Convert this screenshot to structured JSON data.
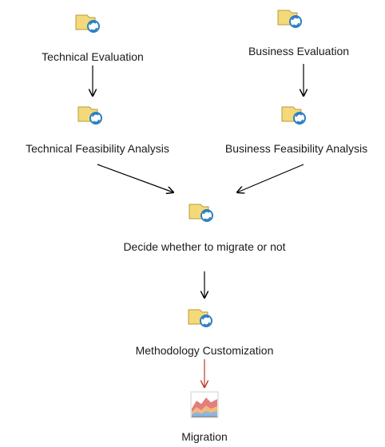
{
  "diagram": {
    "nodes": [
      {
        "id": "technical-evaluation",
        "label": "Technical Evaluation",
        "icon": "task-refresh-icon"
      },
      {
        "id": "business-evaluation",
        "label": "Business Evaluation",
        "icon": "task-refresh-icon"
      },
      {
        "id": "technical-feasibility",
        "label": "Technical Feasibility Analysis",
        "icon": "task-refresh-icon"
      },
      {
        "id": "business-feasibility",
        "label": "Business Feasibility Analysis",
        "icon": "task-refresh-icon"
      },
      {
        "id": "decide",
        "label": "Decide whether to migrate or not",
        "icon": "task-refresh-icon"
      },
      {
        "id": "methodology",
        "label": "Methodology Customization",
        "icon": "task-refresh-icon"
      },
      {
        "id": "migration",
        "label": "Migration",
        "icon": "area-chart-icon"
      }
    ],
    "edges": [
      {
        "from": "technical-evaluation",
        "to": "technical-feasibility",
        "color": "#000000"
      },
      {
        "from": "business-evaluation",
        "to": "business-feasibility",
        "color": "#000000"
      },
      {
        "from": "technical-feasibility",
        "to": "decide",
        "color": "#000000"
      },
      {
        "from": "business-feasibility",
        "to": "decide",
        "color": "#000000"
      },
      {
        "from": "decide",
        "to": "methodology",
        "color": "#000000"
      },
      {
        "from": "methodology",
        "to": "migration",
        "color": "#c0392b"
      }
    ],
    "colors": {
      "folder_fill": "#f3d979",
      "folder_edge": "#b89b3a",
      "refresh": "#2a7fc4",
      "chart_red": "#e0706e",
      "chart_blue": "#8ab6e0"
    }
  }
}
